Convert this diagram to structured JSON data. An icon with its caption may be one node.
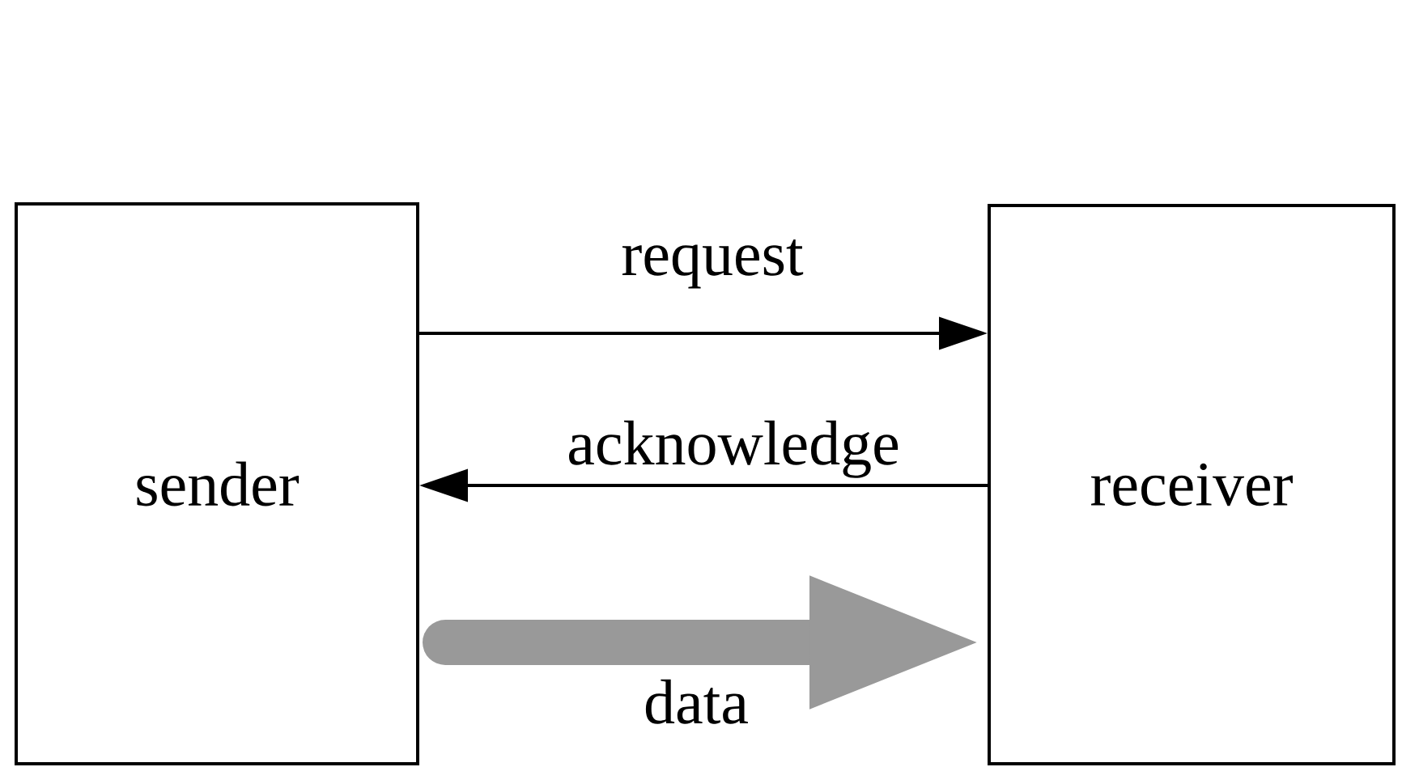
{
  "diagram": {
    "nodes": [
      {
        "text": [
          "sender"
        ]
      },
      {
        "text": [
          "receiver"
        ]
      }
    ],
    "edges": [
      {
        "from": 0,
        "to": 1,
        "arrow": "to",
        "label": "request"
      },
      {
        "from": 1,
        "to": 0,
        "arrow": "to",
        "label": "acknowledge"
      },
      {
        "from": 0,
        "to": 1,
        "arrow": "to",
        "label": "data",
        "style": "thick",
        "color": "#999999"
      }
    ]
  }
}
